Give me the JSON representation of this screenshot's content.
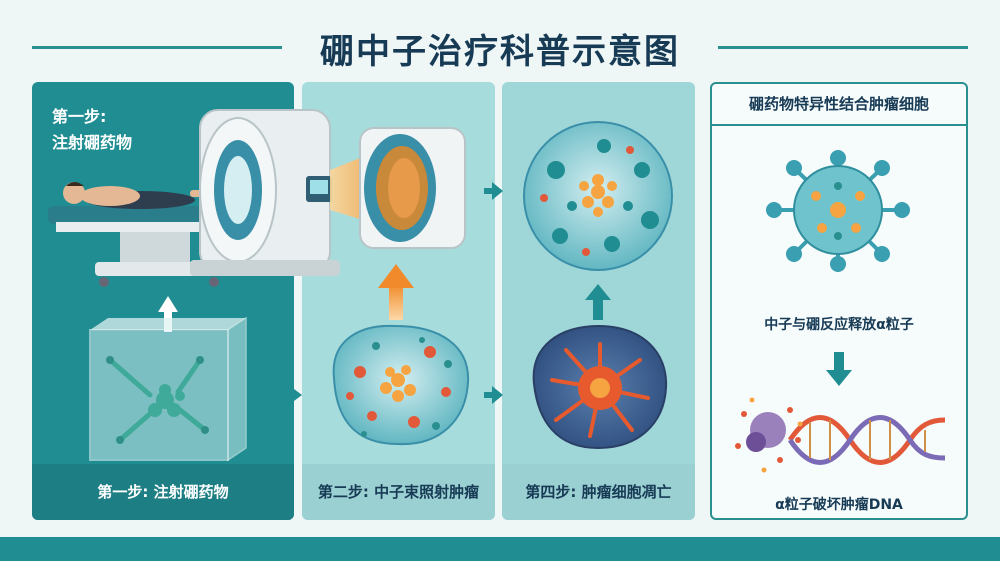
{
  "title": "硼中子治疗科普示意图",
  "intro": {
    "line1": "第一步:",
    "line2": "注射硼药物"
  },
  "captions": {
    "step1": "第一步: 注射硼药物",
    "step2": "第二步: 中子束照射肿瘤",
    "step4": "第四步: 肿瘤细胞凋亡"
  },
  "side": {
    "title": "硼药物特异性结合肿瘤细胞",
    "reaction": "中子与硼反应释放α粒子",
    "dna": "α粒子破坏肿瘤DNA"
  },
  "colors": {
    "teal": "#1f8d91",
    "navy": "#173a55",
    "orange": "#f08a2a"
  }
}
